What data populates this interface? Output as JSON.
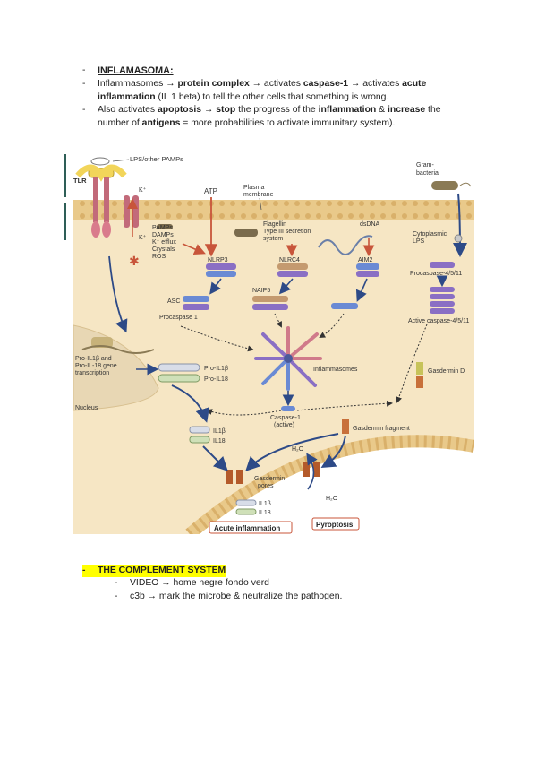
{
  "inflamasoma": {
    "title": "INFLAMASOMA:",
    "line1": {
      "a": "Inflammasomes → ",
      "b": "protein complex",
      "c": " → activates ",
      "d": "caspase-1",
      "e": " → activates ",
      "f": "acute",
      "g": "inflammation",
      "h": " (IL 1 beta) to tell the other cells that something is wrong."
    },
    "line2": {
      "a": "Also activates ",
      "b": "apoptosis",
      "c": " → ",
      "d": "stop",
      "e": " the progress of the ",
      "f": "inflammation",
      "g": " & ",
      "h": "increase",
      "i": " the",
      "j": "number of ",
      "k": "antigens",
      "l": " = more probabilities to activate immunitary system)."
    }
  },
  "diagram": {
    "lps": "LPS/other PAMPs",
    "tlr": "TLR",
    "k1": "K⁺",
    "k2": "K⁺",
    "atp": "ATP",
    "plasma1": "Plasma",
    "plasma2": "membrane",
    "gram1": "Gram-",
    "gram2": "bacteria",
    "pamps": [
      "PAMPs",
      "DAMPs",
      "K⁺ efflux",
      "Crystals",
      "ROS"
    ],
    "flagellin": [
      "Flagellin",
      "Type III secretion",
      "system"
    ],
    "dsdna": "dsDNA",
    "cyto": [
      "Cytoplasmic",
      "LPS"
    ],
    "nlrp3": "NLRP3",
    "nlrc4": "NLRC4",
    "aim2": "AIM2",
    "procasp4511": "Procaspase-4/5/11",
    "asc": "ASC",
    "naip5": "NAIP5",
    "procasp1": "Procaspase 1",
    "active4511": "Active caspase-4/5/11",
    "proil_gene": [
      "Pro-IL1β and",
      "Pro-IL-18 gene",
      "transcription"
    ],
    "proil1b": "Pro-IL1β",
    "proil18": "Pro-IL18",
    "inflammasomes": "Inflammasomes",
    "gasderminD": "Gasdermin D",
    "nucleus": "Nucleus",
    "casp1": [
      "Caspase-1",
      "(active)"
    ],
    "il1b": "IL1β",
    "il18": "IL18",
    "gfrag": "Gasdermin fragment",
    "h2o_top": "H₂O",
    "h2o_bot": "H₂O",
    "gpores": [
      "Gasdermin",
      "pores"
    ],
    "il1b_out": "IL1β",
    "il18_out": "IL18",
    "acute": "Acute inflammation",
    "pyro": "Pyroptosis"
  },
  "complement": {
    "title": "THE COMPLEMENT SYSTEM",
    "items": [
      "VIDEO → home negre fondo verd",
      "c3b → mark the microbe & neutralize the pathogen."
    ]
  },
  "colors": {
    "cytoplasm": "#f6e6c4",
    "membrane": "#e9c98a",
    "highlight": "#ffff00",
    "arrow_red": "#c8553a",
    "arrow_blue": "#2d4a87"
  }
}
